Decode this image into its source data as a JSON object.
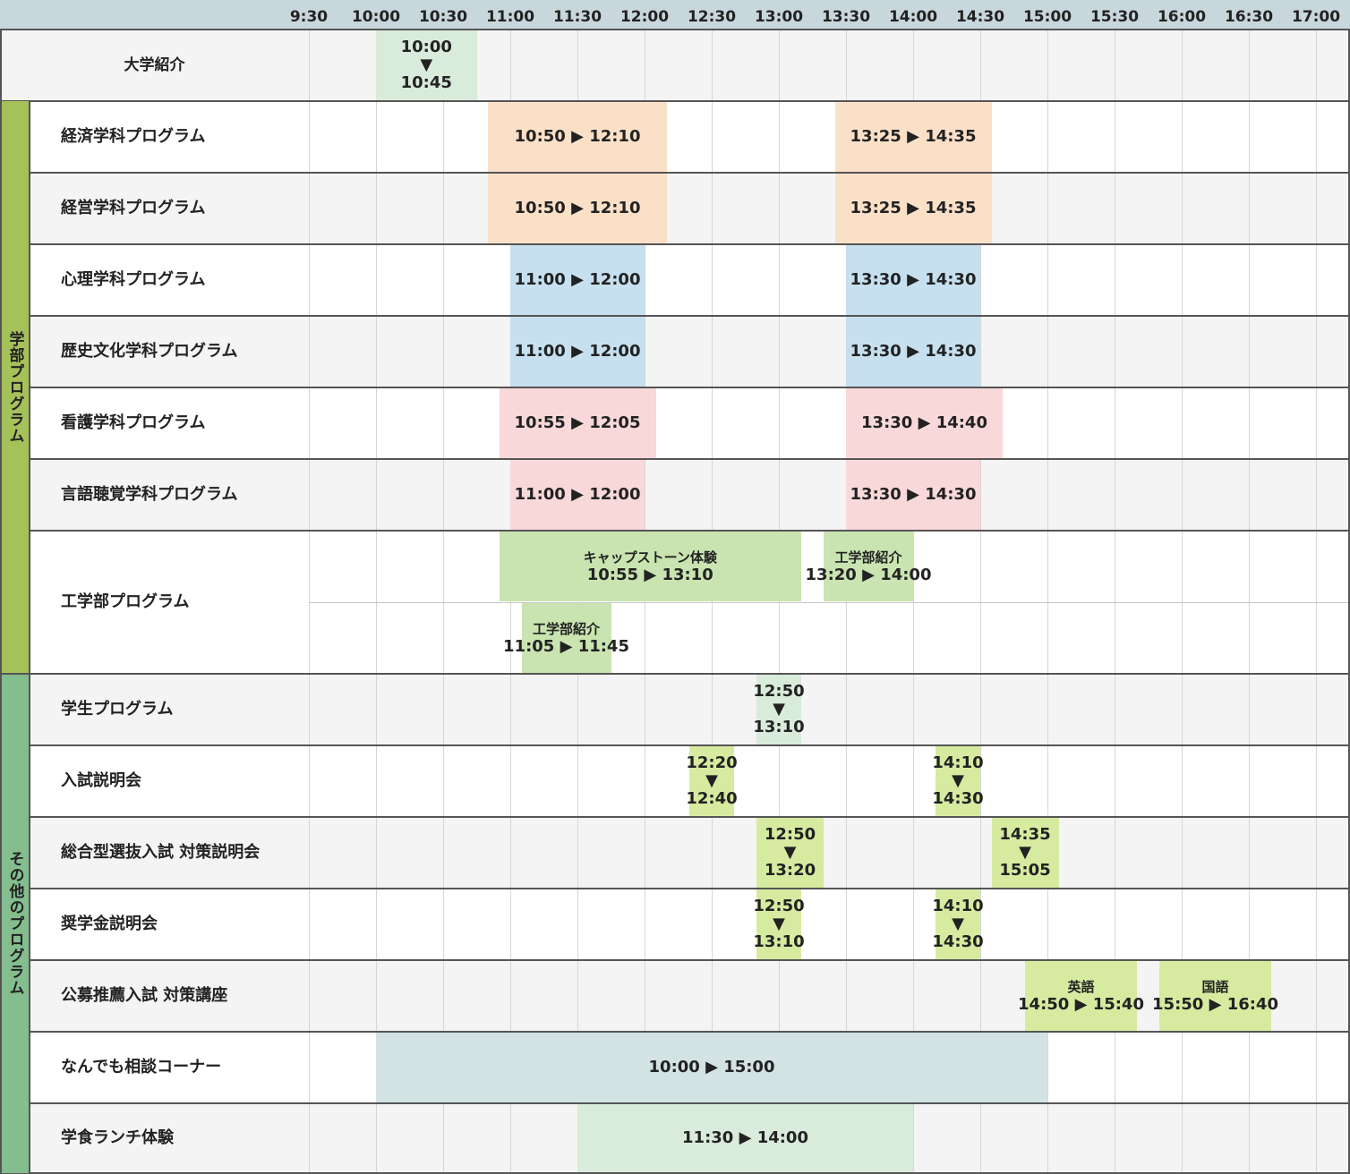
{
  "time_axis": [
    "9:30",
    "10:00",
    "10:30",
    "11:00",
    "11:30",
    "12:00",
    "12:30",
    "13:00",
    "13:30",
    "14:00",
    "14:30",
    "15:00",
    "15:30",
    "16:00",
    "16:30",
    "17:00"
  ],
  "groups": [
    {
      "label": "学部プログラム",
      "color": "#a5c15a"
    },
    {
      "label": "その他のプログラム",
      "color": "#84bd8e"
    }
  ],
  "rows": [
    {
      "label": "大学紹介",
      "sessions": [
        {
          "start": "10:00",
          "end": "10:45",
          "text": "10:00\n▼\n10:45",
          "color": "#d9ebda"
        }
      ]
    },
    {
      "label": "経済学科プログラム",
      "sessions": [
        {
          "start": "10:50",
          "end": "12:10",
          "text": "10:50 ▶ 12:10",
          "color": "#fbe0c8"
        },
        {
          "start": "13:25",
          "end": "14:35",
          "text": "13:25 ▶ 14:35",
          "color": "#fbe0c8"
        }
      ]
    },
    {
      "label": "経営学科プログラム",
      "sessions": [
        {
          "start": "10:50",
          "end": "12:10",
          "text": "10:50 ▶ 12:10",
          "color": "#fbe0c8"
        },
        {
          "start": "13:25",
          "end": "14:35",
          "text": "13:25 ▶ 14:35",
          "color": "#fbe0c8"
        }
      ]
    },
    {
      "label": "心理学科プログラム",
      "sessions": [
        {
          "start": "11:00",
          "end": "12:00",
          "text": "11:00 ▶ 12:00",
          "color": "#c6e0ef"
        },
        {
          "start": "13:30",
          "end": "14:30",
          "text": "13:30 ▶ 14:30",
          "color": "#c6e0ef"
        }
      ]
    },
    {
      "label": "歴史文化学科プログラム",
      "sessions": [
        {
          "start": "11:00",
          "end": "12:00",
          "text": "11:00 ▶ 12:00",
          "color": "#c6e0ef"
        },
        {
          "start": "13:30",
          "end": "14:30",
          "text": "13:30 ▶ 14:30",
          "color": "#c6e0ef"
        }
      ]
    },
    {
      "label": "看護学科プログラム",
      "sessions": [
        {
          "start": "10:55",
          "end": "12:05",
          "text": "10:55 ▶ 12:05",
          "color": "#f8d8d8"
        },
        {
          "start": "13:30",
          "end": "14:40",
          "text": "13:30 ▶ 14:40",
          "color": "#f8d8d8"
        }
      ]
    },
    {
      "label": "言語聴覚学科プログラム",
      "sessions": [
        {
          "start": "11:00",
          "end": "12:00",
          "text": "11:00 ▶ 12:00",
          "color": "#f8d8d8"
        },
        {
          "start": "13:30",
          "end": "14:30",
          "text": "13:30 ▶ 14:30",
          "color": "#f8d8d8"
        }
      ]
    },
    {
      "label": "工学部プログラム",
      "sessions": [
        {
          "start": "10:55",
          "end": "13:10",
          "title": "キャップストーン体験",
          "text": "10:55 ▶ 13:10",
          "color": "#c9e4b0"
        },
        {
          "start": "13:20",
          "end": "14:00",
          "title": "工学部紹介",
          "text": "13:20 ▶ 14:00",
          "color": "#c9e4b0"
        },
        {
          "start": "11:05",
          "end": "11:45",
          "title": "工学部紹介",
          "text": "11:05 ▶ 11:45",
          "color": "#c9e4b0"
        }
      ]
    },
    {
      "label": "学生プログラム",
      "sessions": [
        {
          "start": "12:50",
          "end": "13:10",
          "text": "12:50\n▼\n13:10",
          "color": "#d9ebda"
        }
      ]
    },
    {
      "label": "入試説明会",
      "sessions": [
        {
          "start": "12:20",
          "end": "12:40",
          "text": "12:20\n▼\n12:40",
          "color": "#d6eba0"
        },
        {
          "start": "14:10",
          "end": "14:30",
          "text": "14:10\n▼\n14:30",
          "color": "#d6eba0"
        }
      ]
    },
    {
      "label": "総合型選抜入試 対策説明会",
      "sessions": [
        {
          "start": "12:50",
          "end": "13:20",
          "text": "12:50\n▼\n13:20",
          "color": "#d6eba0"
        },
        {
          "start": "14:35",
          "end": "15:05",
          "text": "14:35\n▼\n15:05",
          "color": "#d6eba0"
        }
      ]
    },
    {
      "label": "奨学金説明会",
      "sessions": [
        {
          "start": "12:50",
          "end": "13:10",
          "text": "12:50\n▼\n13:10",
          "color": "#d6eba0"
        },
        {
          "start": "14:10",
          "end": "14:30",
          "text": "14:10\n▼\n14:30",
          "color": "#d6eba0"
        }
      ]
    },
    {
      "label": "公募推薦入試 対策講座",
      "sessions": [
        {
          "start": "14:50",
          "end": "15:40",
          "title": "英語",
          "text": "14:50 ▶ 15:40",
          "color": "#d6eba0"
        },
        {
          "start": "15:50",
          "end": "16:40",
          "title": "国語",
          "text": "15:50 ▶ 16:40",
          "color": "#d6eba0"
        }
      ]
    },
    {
      "label": "なんでも相談コーナー",
      "sessions": [
        {
          "start": "10:00",
          "end": "15:00",
          "text": "10:00 ▶ 15:00",
          "color": "#d3e2e3"
        }
      ]
    },
    {
      "label": "学食ランチ体験",
      "sessions": [
        {
          "start": "11:30",
          "end": "14:00",
          "text": "11:30 ▶ 14:00",
          "color": "#d9ebda"
        }
      ]
    }
  ]
}
